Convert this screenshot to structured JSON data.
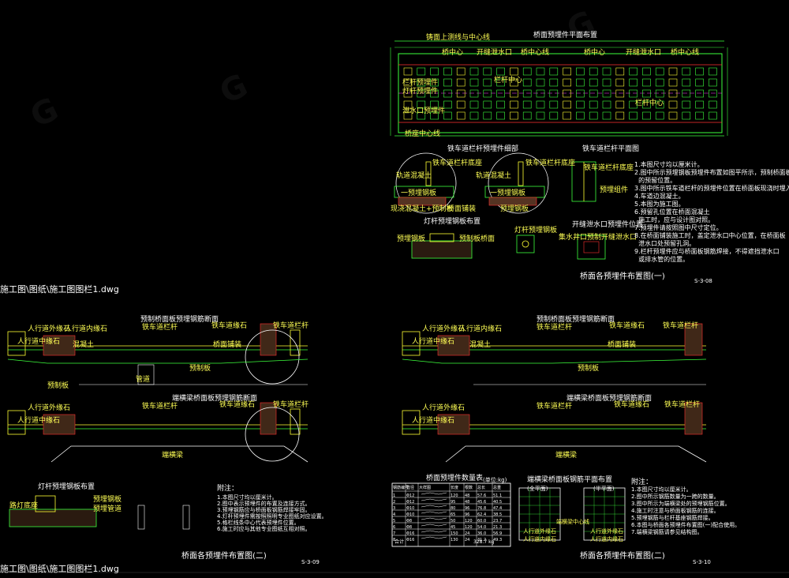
{
  "file_labels": {
    "top": "施工图\\图纸\\施工图图栏1.dwg",
    "bottom": "施工图\\图纸\\施工图图栏1.dwg"
  },
  "sheet1": {
    "plan_title": "桥面预埋件平面布置",
    "plan_labels": {
      "top_left": "铸面上测线与中心线",
      "c1": "桥中心",
      "c2": "开缝泄水口",
      "c3": "桥中心线",
      "c4": "桥中心",
      "c5": "开缝泄水口",
      "c6": "桥中心线",
      "side1": "栏杆预埋件",
      "side2": "灯杆预埋件",
      "side3": "泄水口预埋件",
      "mid": "栏杆中心",
      "right": "栏杆中心",
      "bottom": "桥座中心线"
    },
    "detail_a_title": "铁车道栏杆预埋件细部",
    "detail_b_title": "铁车道栏杆平面图",
    "detail_labels": {
      "a1": "铁车道栏杆底座",
      "a2": "铁车道栏杆底座",
      "a3": "轨道混凝土",
      "a4": "轨道混凝土",
      "a5": "一预埋钢板",
      "a6": "一预埋钢板",
      "a7": "现浇混凝土+预制板",
      "a8": "桥面铺装",
      "a9": "预埋钢板",
      "b1": "铁车道栏杆底座",
      "b2": "预埋组件"
    },
    "lamp_title": "灯杆预埋钢板布置",
    "lamp_labels": {
      "l1": "预埋钢板",
      "l2": "预制板桥面",
      "l3": "灯杆预埋钢板"
    },
    "drain_title": "开缝泄水口预埋件位置",
    "drain_labels": {
      "d1": "集水井口预制",
      "d2": "开缝泄水口"
    },
    "notes": "1.本图尺寸均以厘米计。\n2.图中所示预埋钢板预埋件布置如图平所示，预制桥面板\n  的预留位置。\n3.图中所示铁车道栏杆的预埋件位置在桥面板现浇时埋入。\n4.车道边混凝土。\n5.本图为施工图。\n6.预留孔位置在桥面混凝土\n  施工时，应与设计图对照。\n7.预埋件请按照图中尺寸定位。\n8.在桥面铺装施工时，盖定泄水口中心位置，在桥面板\n  泄水口处预留孔洞。\n9.栏杆预埋件应与桥面板钢筋焊接，不得遮挡泄水口\n  或排水管的位置。",
    "sheet_title": "桥面各预埋件布置图(一)",
    "sheet_no": "S-3-08"
  },
  "sheet2": {
    "sec1_title": "预制桥面板预埋钢筋断面",
    "sec2_title": "端横梁桥面板预埋钢筋断面",
    "labels": {
      "ped_outer": "人行道外缘石",
      "ped_inner": "人行道内缘石",
      "ped_center": "人行道中缘石",
      "veh_fence": "铁车道栏杆",
      "veh_curb": "铁车道缘石",
      "veh_rail": "铁车道栏杆",
      "paving": "混凝土",
      "pave2": "桥面铺装",
      "slab": "预制板",
      "slab2": "预制板",
      "pipe": "管道",
      "beam": "端横梁"
    },
    "lamp_title": "灯杆预埋钢板布置",
    "lamp_labels": {
      "l1": "路灯底座",
      "l2": "预埋钢板",
      "l3": "预埋管道"
    },
    "notes_head": "附注：",
    "notes": "1.本图尺寸均以厘米计。\n2.图中表示预埋件的布置及连接方式。\n3.预埋钢筋应与桥面板钢筋焊接牢固。\n4.灯杆预埋件需按照照明专业图纸对应设置。\n5.格栏线条中心代表预埋件位置。\n6.施工时应与其他专业图纸互相对照。",
    "sheet_title": "桥面各预埋件布置图(二)",
    "sheet_no": "S-3-09"
  },
  "sheet3": {
    "sec1_title": "预制桥面板预埋钢筋断面",
    "sec2_title": "端横梁桥面板预埋钢筋断面",
    "labels": {
      "ped_outer": "人行道外缘石",
      "ped_inner": "人行道内缘石",
      "ped_center": "人行道中缘石",
      "veh_fence": "铁车道栏杆",
      "veh_curb": "铁车道缘石",
      "veh_rail": "铁车道栏杆",
      "paving": "混凝土",
      "pave2": "桥面铺装",
      "slab": "预制板",
      "beam": "端横梁"
    },
    "table_title": "桥面预埋件数量表",
    "table_unit": "(单位:kg)",
    "table_headers": [
      "钢筋编号",
      "直径",
      "大样图",
      "长度",
      "根数",
      "总长",
      "总重"
    ],
    "table_rows": [
      [
        "1",
        "Φ12",
        "",
        "120",
        "48",
        "57.6",
        "51.1"
      ],
      [
        "2",
        "Φ12",
        "",
        "95",
        "48",
        "45.6",
        "40.5"
      ],
      [
        "3",
        "Φ10",
        "",
        "80",
        "96",
        "76.8",
        "47.4"
      ],
      [
        "4",
        "Φ10",
        "",
        "65",
        "96",
        "62.4",
        "38.5"
      ],
      [
        "5",
        "Φ8",
        "",
        "50",
        "120",
        "60.0",
        "23.7"
      ],
      [
        "6",
        "Φ8",
        "",
        "45",
        "120",
        "54.0",
        "21.3"
      ],
      [
        "7",
        "Φ16",
        "",
        "150",
        "24",
        "36.0",
        "56.9"
      ],
      [
        "8",
        "Φ16",
        "",
        "130",
        "24",
        "31.2",
        "49.3"
      ]
    ],
    "table_total_label": "合计",
    "table_total": "328.7 kg",
    "plan_title": "端横梁桥面板钢筋平面布置",
    "plan_left": "(全平面)",
    "plan_right": "(半平面)",
    "plan_labels": {
      "p1": "端横梁中心线",
      "p2": "人行道外缘石",
      "p3": "人行道内缘石",
      "p4": "人行道外缘石",
      "p5": "人行道内缘石"
    },
    "notes_head": "附注：",
    "notes": "1.本图尺寸均以厘米计。\n2.图中所示钢筋数量为一跨的数量。\n3.图中所示为端横梁处的预埋钢筋位置。\n4.施工时注意与桥面板钢筋的连接。\n5.预埋钢筋与栏杆基座钢筋焊接。\n6.本图与桥面各预埋件布置图(一)配合使用。\n7.端横梁钢筋请参见结构图。",
    "sheet_title": "桥面各预埋件布置图(二)",
    "sheet_no": "S-3-10"
  },
  "colors": {
    "background": "#000000",
    "line_green": "#3cff3c",
    "line_yellow": "#ffff33",
    "line_red": "#ff3030",
    "line_cyan": "#30ffff",
    "line_white": "#ffffff",
    "line_magenta": "#ff40ff"
  }
}
